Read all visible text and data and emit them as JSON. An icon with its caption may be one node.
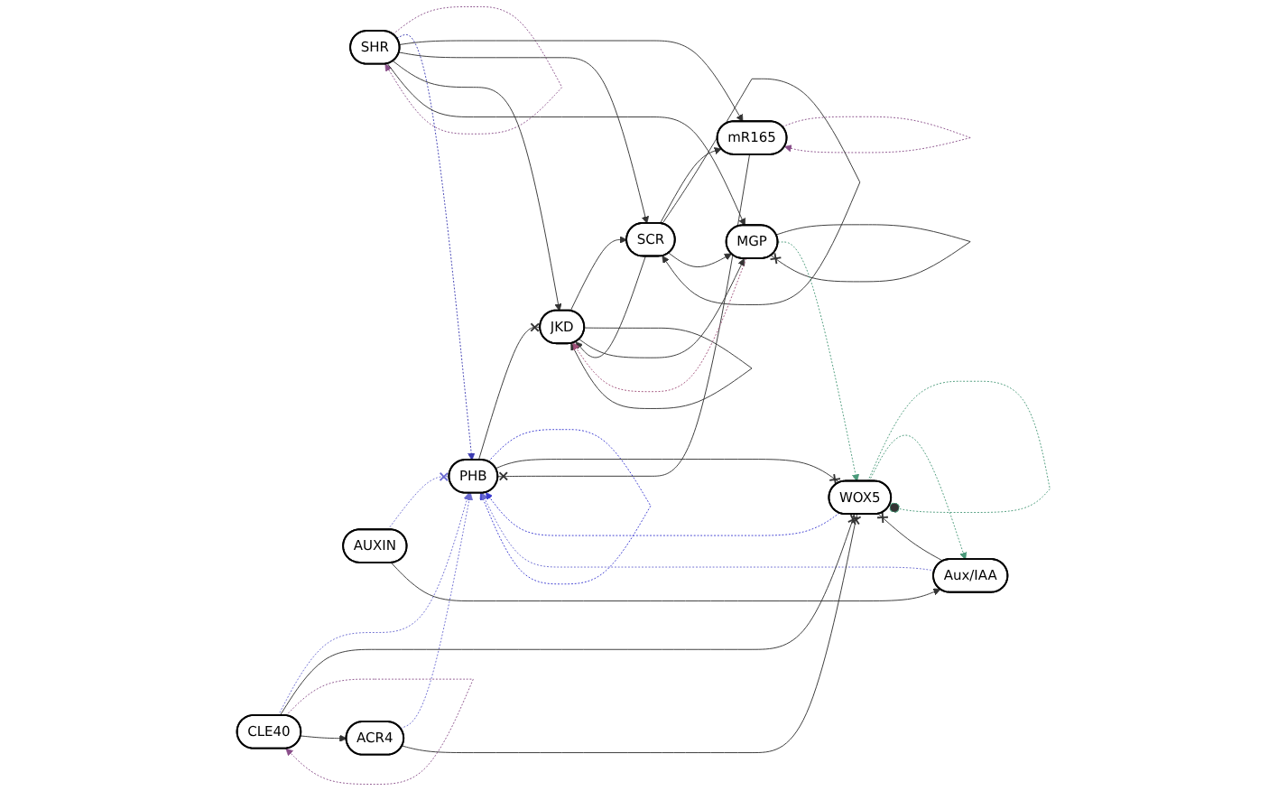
{
  "diagram": {
    "nodes": [
      {
        "text": [
          "SHR"
        ]
      },
      {
        "text": [
          "mR165"
        ]
      },
      {
        "text": [
          "SCR"
        ]
      },
      {
        "text": [
          "JKD"
        ]
      },
      {
        "text": [
          "MGP"
        ]
      },
      {
        "text": [
          "PHB"
        ]
      },
      {
        "text": [
          "AUXIN"
        ]
      },
      {
        "text": [
          "Aux/IAA"
        ]
      },
      {
        "text": [
          "CLE40"
        ]
      },
      {
        "text": [
          "ACR4"
        ]
      },
      {
        "text": [
          "WOX5"
        ]
      }
    ],
    "edges": [
      {
        "from": 0,
        "to": 0,
        "arrow": "to",
        "style": "dashed",
        "color": "#8a4f8a"
      },
      {
        "from": 0,
        "to": 5,
        "arrow": "to",
        "style": "dashed",
        "color": "#3a3ab0"
      },
      {
        "from": 1,
        "to": 1,
        "arrow": "to",
        "style": "dashed",
        "color": "#8a4f8a"
      },
      {
        "from": 0,
        "to": 1,
        "arrow": "to"
      },
      {
        "from": 0,
        "to": 2,
        "arrow": "to"
      },
      {
        "from": 0,
        "to": 3,
        "arrow": "to"
      },
      {
        "from": 0,
        "to": 4,
        "arrow": "to"
      },
      {
        "from": 1,
        "to": 5,
        "arrow": "other"
      },
      {
        "from": 2,
        "to": 1,
        "arrow": "to"
      },
      {
        "from": 2,
        "to": 2,
        "arrow": "to"
      },
      {
        "from": 2,
        "to": 3,
        "arrow": "to"
      },
      {
        "from": 3,
        "to": 2,
        "arrow": "to"
      },
      {
        "from": 2,
        "to": 4,
        "arrow": "to"
      },
      {
        "from": 5,
        "to": 3,
        "arrow": "other"
      },
      {
        "from": 3,
        "to": 3,
        "arrow": "to"
      },
      {
        "from": 3,
        "to": 4,
        "arrow": "to"
      },
      {
        "from": 4,
        "to": 3,
        "arrow": "to",
        "style": "dashed",
        "color": "#a0507a"
      },
      {
        "from": 4,
        "to": 4,
        "arrow": "other"
      },
      {
        "from": 4,
        "to": 10,
        "arrow": "to",
        "style": "dashed",
        "color": "#4a9a7a"
      },
      {
        "from": 5,
        "to": 5,
        "arrow": "to",
        "style": "dashed",
        "color": "#3a3ad0"
      },
      {
        "from": 6,
        "to": 5,
        "arrow": "other",
        "style": "dashed",
        "color": "#6a6ad0"
      },
      {
        "from": 7,
        "to": 5,
        "arrow": "to",
        "style": "dashed",
        "color": "#6a6ad0"
      },
      {
        "from": 8,
        "to": 5,
        "arrow": "to",
        "style": "dashed",
        "color": "#6a6ad0"
      },
      {
        "from": 9,
        "to": 5,
        "arrow": "to",
        "style": "dashed",
        "color": "#6a6ad0"
      },
      {
        "from": 10,
        "to": 5,
        "arrow": "to",
        "style": "dashed",
        "color": "#3a3ad0"
      },
      {
        "from": 5,
        "to": 10,
        "arrow": "other"
      },
      {
        "from": 6,
        "to": 7,
        "arrow": "to"
      },
      {
        "from": 7,
        "to": 10,
        "arrow": "other"
      },
      {
        "from": 8,
        "to": 10,
        "arrow": "other"
      },
      {
        "from": 9,
        "to": 10,
        "arrow": "other"
      },
      {
        "from": 8,
        "to": 8,
        "arrow": "to",
        "style": "dashed",
        "color": "#8a4f8a"
      },
      {
        "from": 8,
        "to": 9,
        "arrow": "to"
      },
      {
        "from": 10,
        "to": 10,
        "arrow": "other",
        "style": "dashed",
        "color": "#4a9a7a"
      },
      {
        "from": 10,
        "to": 7,
        "arrow": "to",
        "style": "dashed",
        "color": "#4a9a7a"
      }
    ]
  }
}
